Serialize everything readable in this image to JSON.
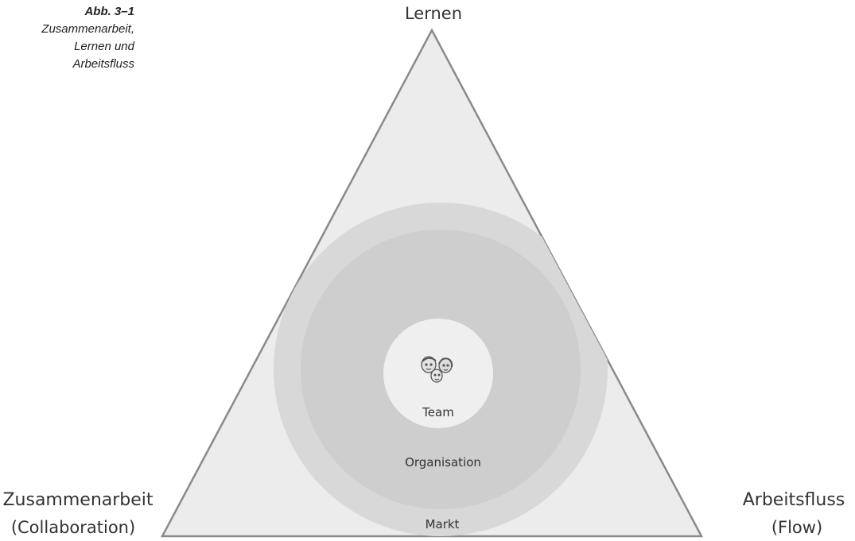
{
  "figure": {
    "number": "Abb. 3–1",
    "caption_lines": [
      "Zusammenarbeit,",
      "Lernen und",
      "Arbeitsfluss"
    ]
  },
  "diagram": {
    "vertices": {
      "top": {
        "label": "Lernen"
      },
      "bottom_left": {
        "label": "Zusammenarbeit",
        "sublabel": "(Collaboration)"
      },
      "bottom_right": {
        "label": "Arbeitsfluss",
        "sublabel": "(Flow)"
      }
    },
    "rings": {
      "outer": "Markt",
      "middle": "Organisation",
      "inner": "Team"
    },
    "center_icon": "team-faces-icon",
    "colors": {
      "triangle_fill": "#ececec",
      "triangle_stroke": "#8a8a8a",
      "ring_outer": "#d8d8d8",
      "ring_middle": "#cecece",
      "ring_inner": "#efefef",
      "label_color": "#333333"
    }
  }
}
